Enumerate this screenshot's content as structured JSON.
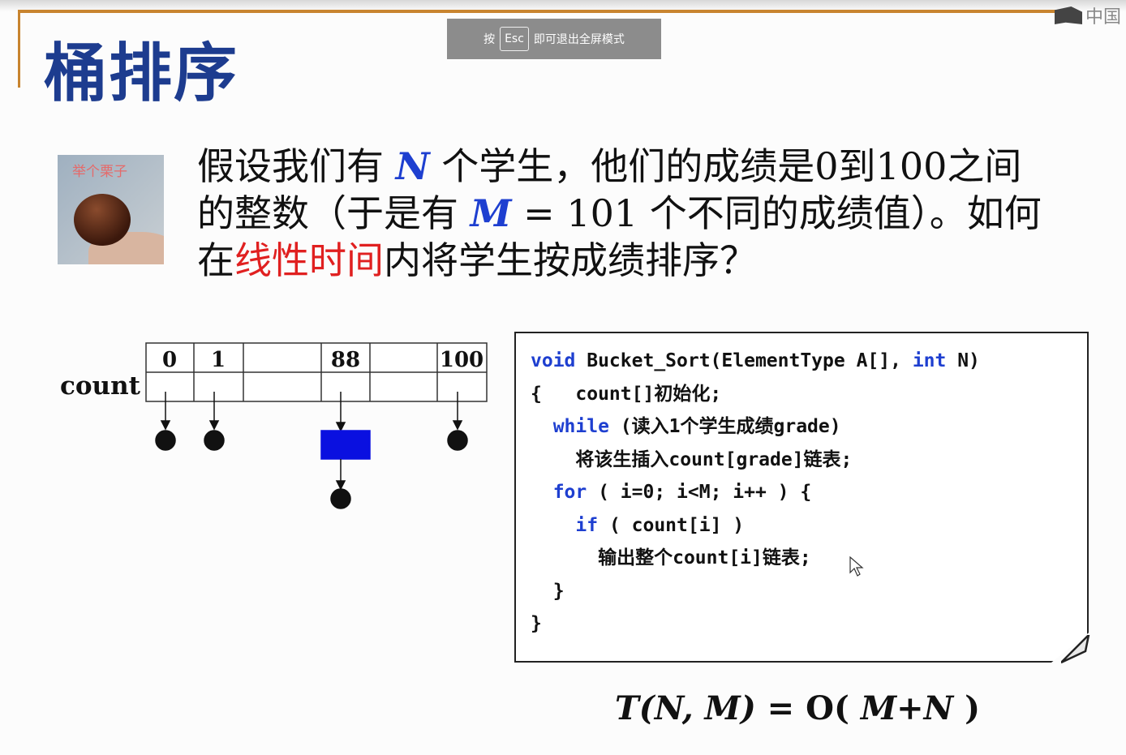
{
  "slide": {
    "title": "桶排序",
    "toast": {
      "prefix": "按",
      "key": "Esc",
      "suffix": "即可退出全屏模式"
    },
    "logo_text": "中国",
    "avatar_caption": "举个栗子",
    "question": {
      "p1": "假设我们有 ",
      "N": "N",
      "p2": " 个学生，他们的成绩是0到100之间的整数（于是有 ",
      "M": "M",
      "p3": " = 101 个不同的成绩值）。如何在",
      "highlight": "线性时间",
      "p4": "内将学生按成绩排序？"
    },
    "count_label": "count",
    "array_headers": [
      "0",
      "1",
      "",
      "88",
      "",
      "100"
    ],
    "code": {
      "l1_kw": "void",
      "l1": " Bucket_Sort(ElementType A[], ",
      "l1_kw2": "int",
      "l1_end": " N)",
      "l2": "{   count[]初始化;",
      "l3_kw": "while",
      "l3": " (读入1个学生成绩grade)",
      "l4": "将该生插入count[grade]链表;",
      "l5_kw": "for",
      "l5": " ( i=0; i<M; i++ ) {",
      "l6_kw": "if",
      "l6": " ( count[i] )",
      "l7": "输出整个count[i]链表;",
      "l8": "}",
      "l9": "}"
    },
    "formula": {
      "lhs": "T(N, M)",
      "eq": " = ",
      "O": "O(",
      "arg": " M+N ",
      "close": ")"
    }
  },
  "colors": {
    "title": "#1d3c8f",
    "keyword": "#1e3fd0",
    "highlight": "#e02020",
    "bucket": "#0a10e0",
    "accent_line": "#c8842f"
  }
}
